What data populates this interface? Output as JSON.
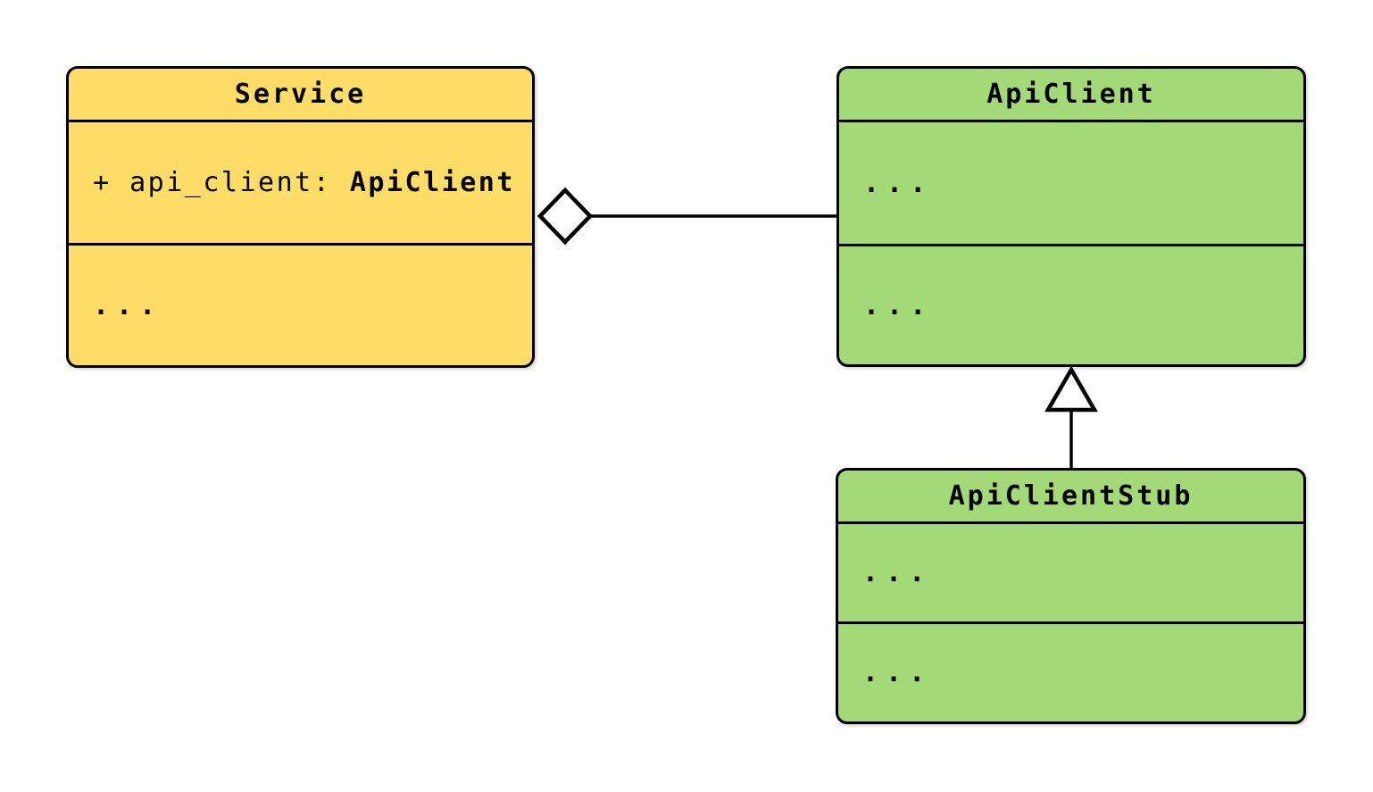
{
  "diagram": {
    "kind": "uml-class-diagram",
    "colors": {
      "service_fill": "#FFDD67",
      "api_client_fill": "#A3D977",
      "stroke": "#000000",
      "background": "#FFFFFF"
    },
    "classes": [
      {
        "title": "Service",
        "sections": [
          {
            "prefix": "+ api_client: ",
            "type": "ApiClient"
          },
          {
            "text": "..."
          }
        ]
      },
      {
        "title": "ApiClient",
        "sections": [
          {
            "text": "..."
          },
          {
            "text": "..."
          }
        ]
      },
      {
        "title": "ApiClientStub",
        "sections": [
          {
            "text": "..."
          },
          {
            "text": "..."
          }
        ]
      }
    ],
    "relationships": [
      {
        "type": "aggregation",
        "from": "Service",
        "to": "ApiClient",
        "marker": "hollow-diamond-at-Service"
      },
      {
        "type": "inheritance",
        "from": "ApiClientStub",
        "to": "ApiClient",
        "marker": "hollow-triangle-at-ApiClient"
      }
    ]
  }
}
